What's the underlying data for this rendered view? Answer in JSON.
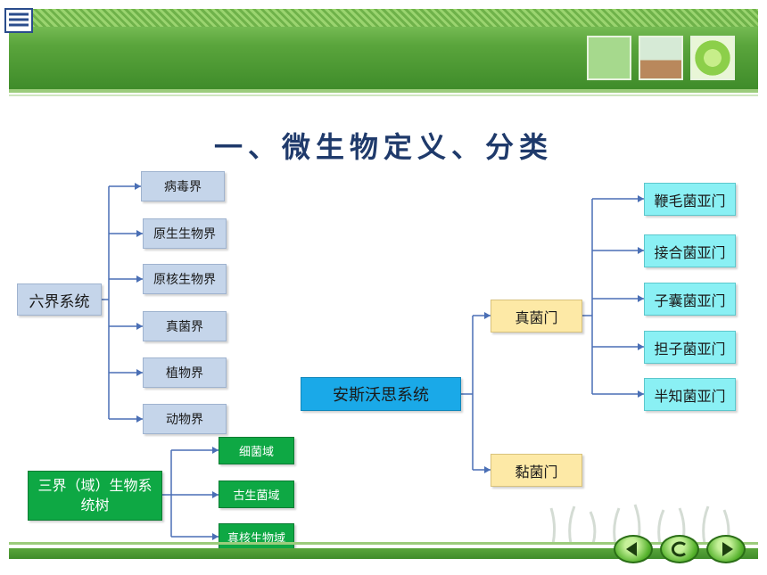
{
  "title": "一、微生物定义、分类",
  "six_kingdoms": {
    "root": "六界系统",
    "children": [
      "病毒界",
      "原生生物界",
      "原核生物界",
      "真菌界",
      "植物界",
      "动物界"
    ]
  },
  "three_domains": {
    "root": "三界（域）生物系统树",
    "children": [
      "细菌域",
      "古生菌域",
      "真核生物域"
    ]
  },
  "ainsworth": {
    "root": "安斯沃思系统",
    "children": [
      "真菌门",
      "黏菌门"
    ],
    "fungi_subphyla": [
      "鞭毛菌亚门",
      "接合菌亚门",
      "子囊菌亚门",
      "担子菌亚门",
      "半知菌亚门"
    ]
  },
  "colors": {
    "header_green": "#5aa53c",
    "title_blue": "#1f3a6b",
    "blue_box": "#c5d5ea",
    "green_box": "#0ea844",
    "yellow_box": "#fde9a6",
    "cyan_box": "#8af0f4",
    "root_box": "#1aa9e8",
    "connector": "#4a6fb5"
  },
  "icons": [
    "book-logo-icon",
    "prev-arrow-icon",
    "return-icon",
    "next-arrow-icon"
  ]
}
